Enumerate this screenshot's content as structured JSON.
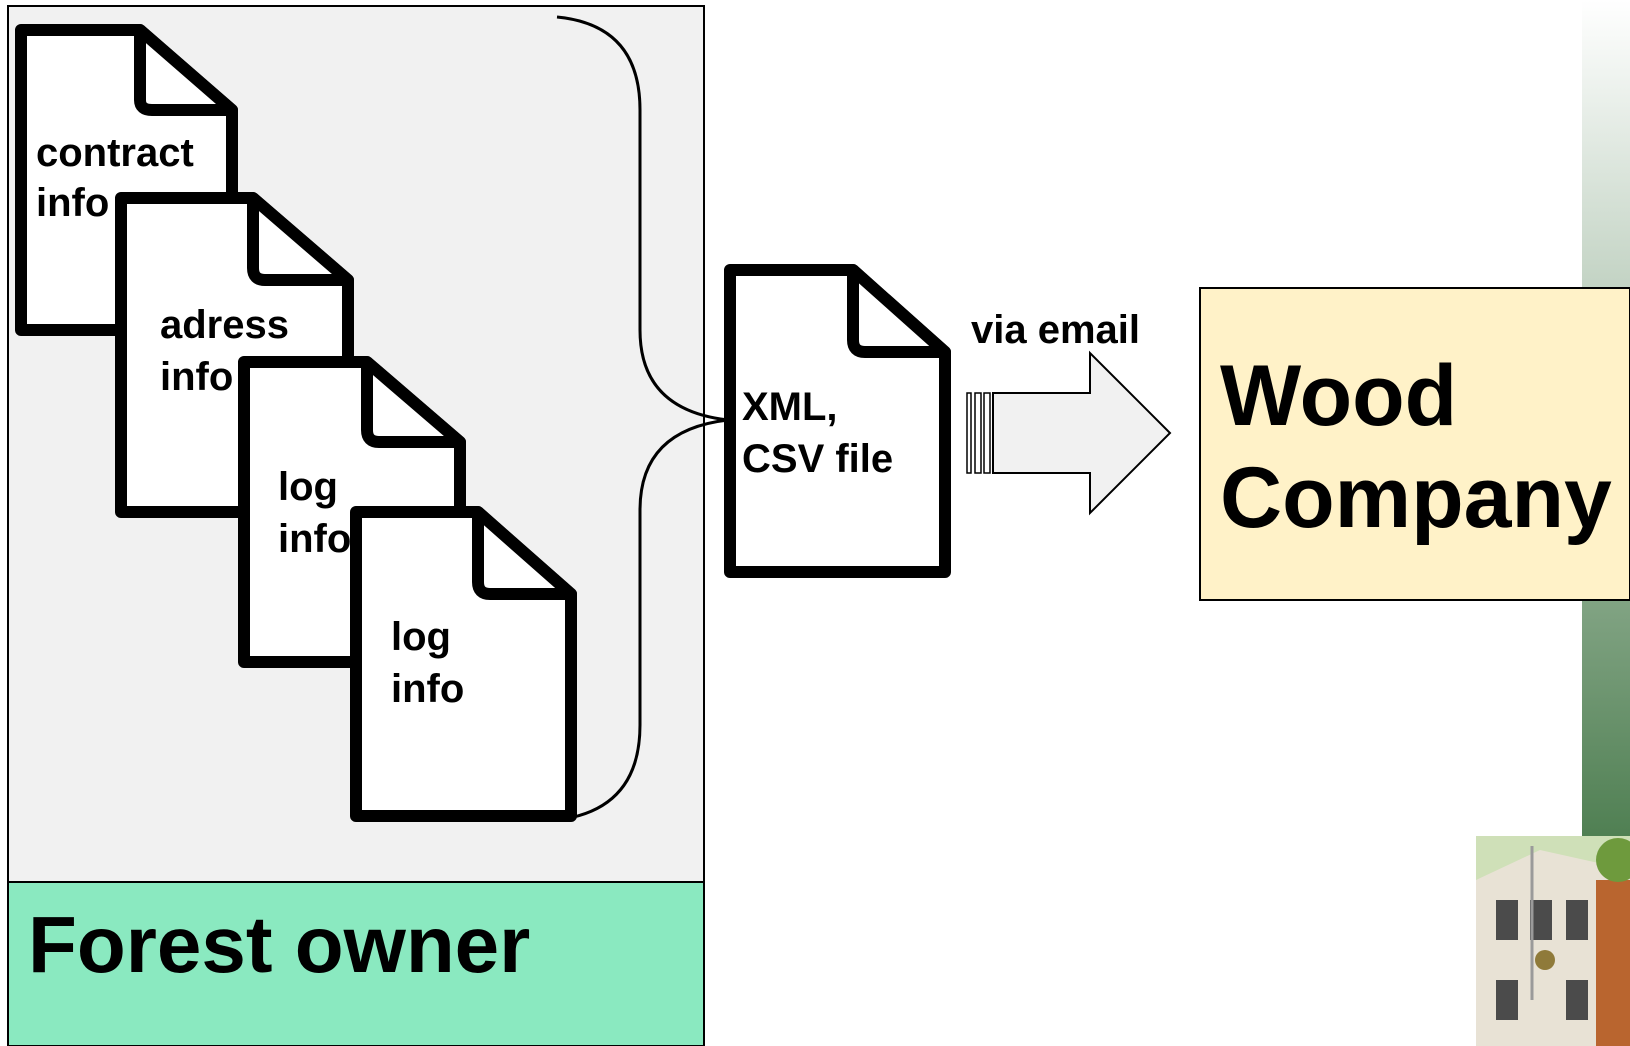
{
  "source_group": {
    "label": "Forest owner",
    "documents": [
      {
        "lines": [
          "contract",
          "info"
        ]
      },
      {
        "lines": [
          "adress",
          "info"
        ]
      },
      {
        "lines": [
          "log",
          "info"
        ]
      },
      {
        "lines": [
          "log",
          "info"
        ]
      }
    ]
  },
  "output_file": {
    "lines": [
      "XML,",
      "CSV file"
    ]
  },
  "transfer": {
    "label": "via email"
  },
  "destination": {
    "lines": [
      "Wood",
      "Company"
    ]
  },
  "colors": {
    "group_background": "#f1f1f1",
    "owner_label_background": "#8ae9c0",
    "destination_background": "#fff2c8",
    "arrow_fill": "#f1f1f1",
    "side_gradient_top": "#ffffff",
    "side_gradient_bottom": "#4f7f52"
  }
}
